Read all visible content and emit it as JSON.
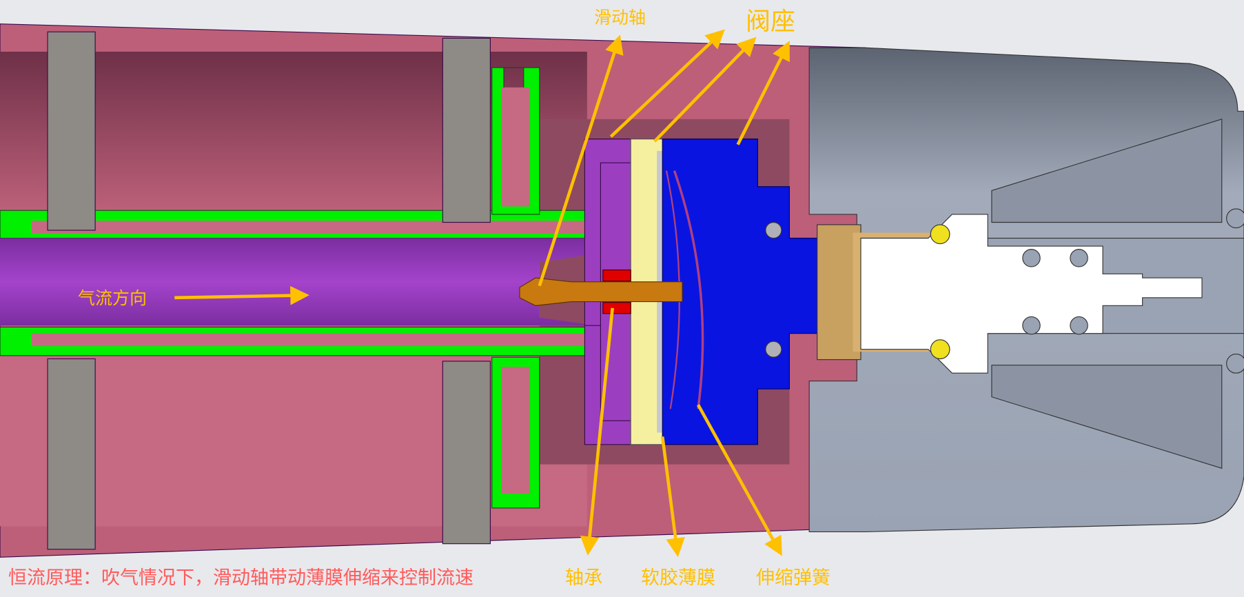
{
  "labels": {
    "sliding_shaft": "滑动轴",
    "valve_seat": "阀座",
    "airflow_direction": "气流方向",
    "bearing": "轴承",
    "soft_membrane": "软胶薄膜",
    "spring": "伸缩弹簧",
    "principle": "恒流原理：吹气情况下，滑动轴带动薄膜伸缩来控制流速"
  },
  "colors": {
    "background": "#e8e9ed",
    "housing": "#bd5f79",
    "annotation": "#ffc000",
    "principle_text": "#ff5a5a",
    "tube": "#9b3fc0",
    "seal": "#00f000",
    "valve_seat": "#0a14e0"
  }
}
